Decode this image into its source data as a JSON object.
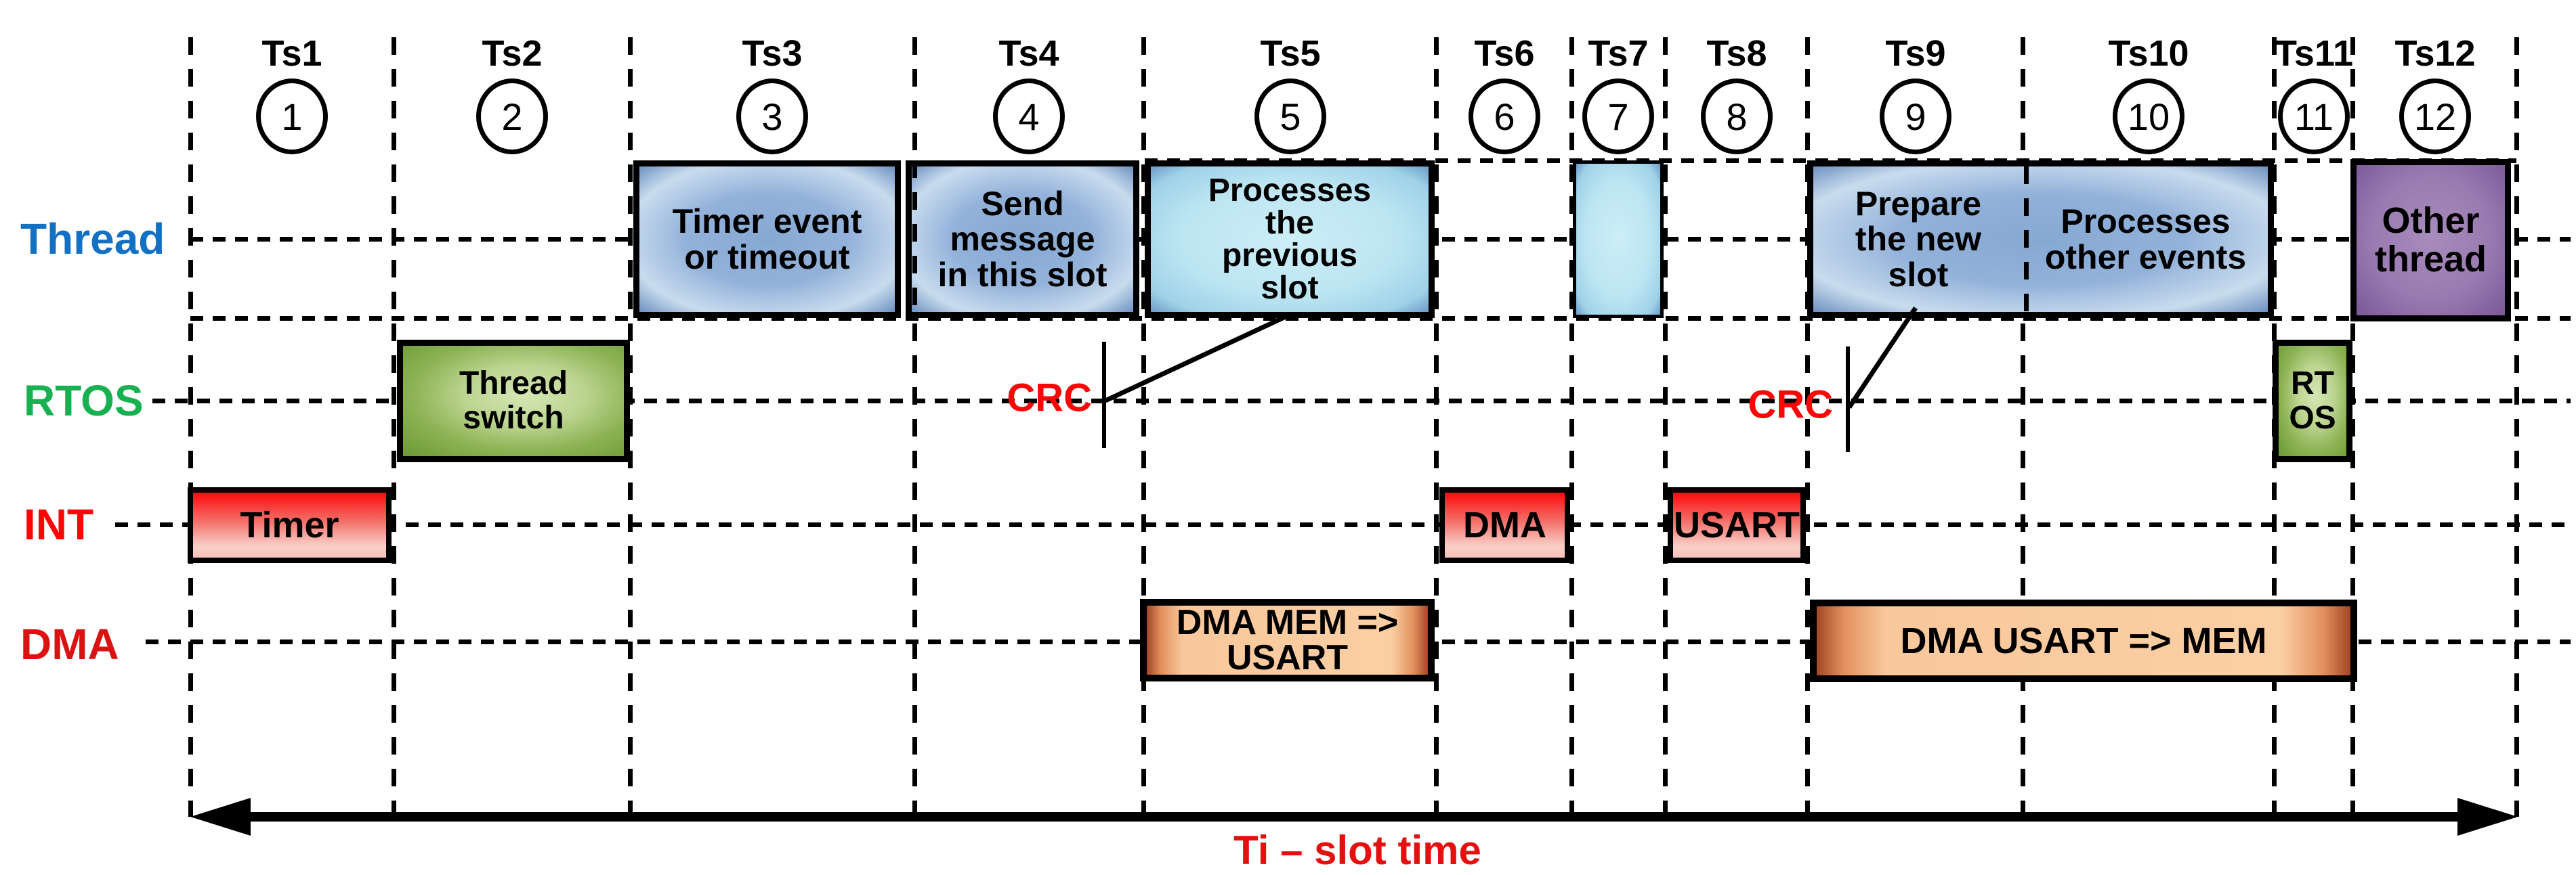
{
  "slots": [
    {
      "label": "Ts1",
      "number": "1"
    },
    {
      "label": "Ts2",
      "number": "2"
    },
    {
      "label": "Ts3",
      "number": "3"
    },
    {
      "label": "Ts4",
      "number": "4"
    },
    {
      "label": "Ts5",
      "number": "5"
    },
    {
      "label": "Ts6",
      "number": "6"
    },
    {
      "label": "Ts7",
      "number": "7"
    },
    {
      "label": "Ts8",
      "number": "8"
    },
    {
      "label": "Ts9",
      "number": "9"
    },
    {
      "label": "Ts10",
      "number": "10"
    },
    {
      "label": "Ts11",
      "number": "11"
    },
    {
      "label": "Ts12",
      "number": "12"
    }
  ],
  "rows": [
    {
      "id": "thread",
      "label": "Thread",
      "color": "#1470c2"
    },
    {
      "id": "rtos",
      "label": "RTOS",
      "color": "#17b152"
    },
    {
      "id": "int",
      "label": "INT",
      "color": "#fb0505"
    },
    {
      "id": "dma",
      "label": "DMA",
      "color": "#da1212"
    }
  ],
  "boxes": {
    "timer_event": "Timer event\nor timeout",
    "send_message": "Send\nmessage\nin this slot",
    "processes_previous": "Processes\nthe\nprevious\nslot",
    "prepare_new": "Prepare\nthe new\nslot",
    "processes_other": "Processes\nother events",
    "other_thread": "Other\nthread",
    "thread_switch": "Thread\nswitch",
    "rtos_small": "RT\nOS",
    "timer_int": "Timer",
    "dma_int": "DMA",
    "usart_int": "USART",
    "dma_mem_usart": "DMA MEM =>\nUSART",
    "dma_usart_mem": "DMA USART => MEM"
  },
  "annotations": {
    "crc_1": "CRC",
    "crc_2": "CRC",
    "crc_color": "#fb0505",
    "slot_time": "Ti – slot time",
    "slot_time_color": "#e40f0f"
  }
}
